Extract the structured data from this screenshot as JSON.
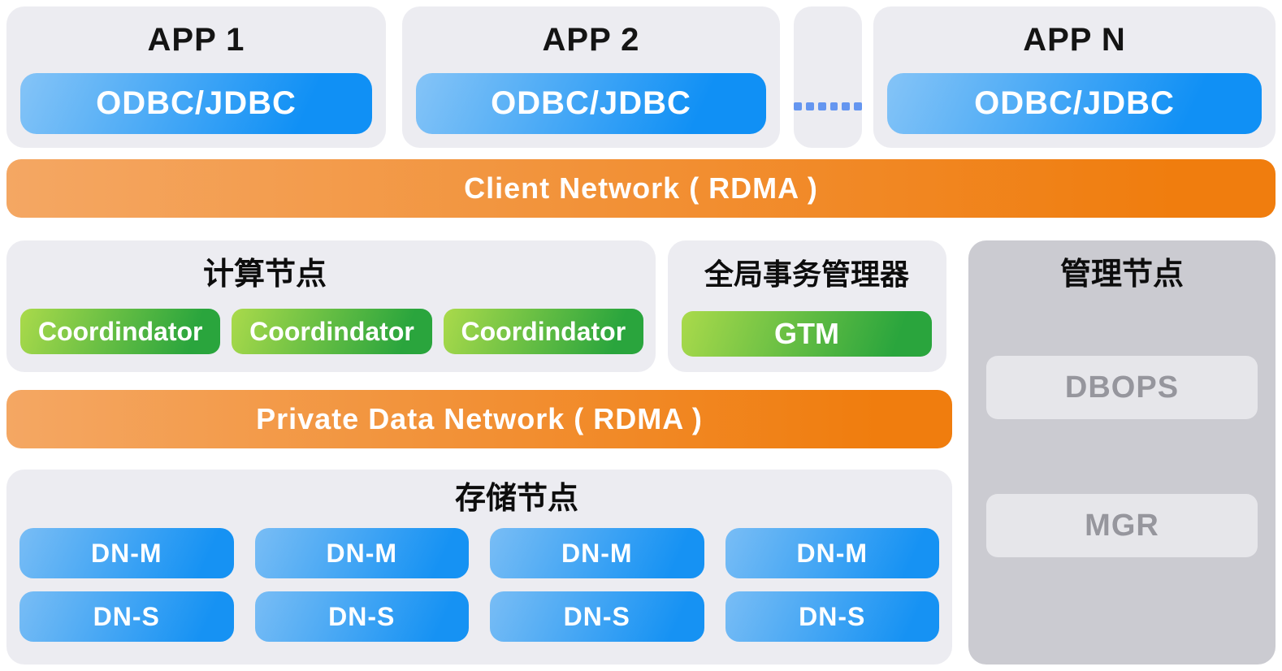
{
  "apps": [
    {
      "title": "APP 1",
      "connector": "ODBC/JDBC"
    },
    {
      "title": "APP 2",
      "connector": "ODBC/JDBC"
    },
    {
      "title": "APP N",
      "connector": "ODBC/JDBC"
    }
  ],
  "ellipsis": {
    "dot_count": 6
  },
  "client_network": {
    "label": "Client Network ( RDMA )"
  },
  "compute": {
    "title": "计算节点",
    "nodes": [
      "Coordindator",
      "Coordindator",
      "Coordindator"
    ]
  },
  "transaction_manager": {
    "title": "全局事务管理器",
    "node": "GTM"
  },
  "management": {
    "title": "管理节点",
    "tools": [
      "DBOPS",
      "MGR"
    ]
  },
  "private_network": {
    "label": "Private Data Network ( RDMA )"
  },
  "storage": {
    "title": "存储节点",
    "columns": [
      {
        "master": "DN-M",
        "standby": "DN-S"
      },
      {
        "master": "DN-M",
        "standby": "DN-S"
      },
      {
        "master": "DN-M",
        "standby": "DN-S"
      },
      {
        "master": "DN-M",
        "standby": "DN-S"
      }
    ]
  },
  "colors": {
    "panel_bg": "#ECECF1",
    "management_panel_bg": "#CBCBD1",
    "management_button_bg": "#E6E6EA",
    "management_button_text": "#96969D",
    "blue_gradient_start": "#85C4F7",
    "blue_gradient_end": "#1090F5",
    "green_gradient_start": "#AADA4B",
    "green_gradient_end": "#2AA53D",
    "orange_gradient_start": "#F4A763",
    "orange_gradient_end": "#F07D0E",
    "ellipsis_dot_color": "#6596F0",
    "title_text": "#141414",
    "button_text": "#FFFFFF"
  }
}
